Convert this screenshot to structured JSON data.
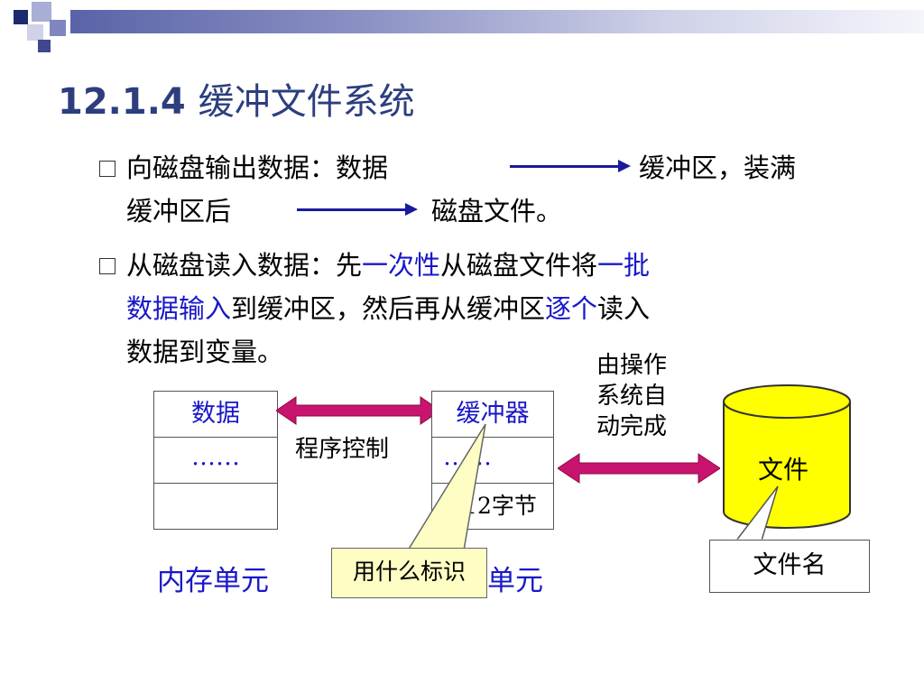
{
  "slide": {
    "title_number": "12.1.4",
    "title_text": "缓冲文件系统"
  },
  "bullets": {
    "b1_line1_a": "向磁盘输出数据：数据",
    "b1_line1_b": "缓冲区，装满",
    "b1_line2_a": "缓冲区后",
    "b1_line2_b": "磁盘文件。",
    "b2_line1_a": "从磁盘读入数据：先",
    "b2_line1_b": "一次性",
    "b2_line1_c": "从磁盘文件将",
    "b2_line1_d": "一批",
    "b2_line2_a": "数据输入",
    "b2_line2_b": "到缓冲区，然后再从缓冲区",
    "b2_line2_c": "逐个",
    "b2_line2_d": "读入",
    "b2_line3": "数据到变量。"
  },
  "diagram": {
    "memory_cells": [
      "数据",
      "……",
      ""
    ],
    "buffer_cells": [
      "缓冲器",
      "……",
      "512字节"
    ],
    "program_control": "程序控制",
    "os_auto_lines": [
      "由操作",
      "系统自",
      "动完成"
    ],
    "file_label": "文件",
    "file_name": "文件名",
    "memory_caption": "内存单元",
    "buffer_caption": "内存单元",
    "callout": "用什么标识"
  },
  "colors": {
    "title": "#2c3e7e",
    "highlight": "#1818c8",
    "arrow_double": "#c8146e",
    "cylinder": "#ffff00",
    "callout_bg": "#fdfdc4"
  }
}
